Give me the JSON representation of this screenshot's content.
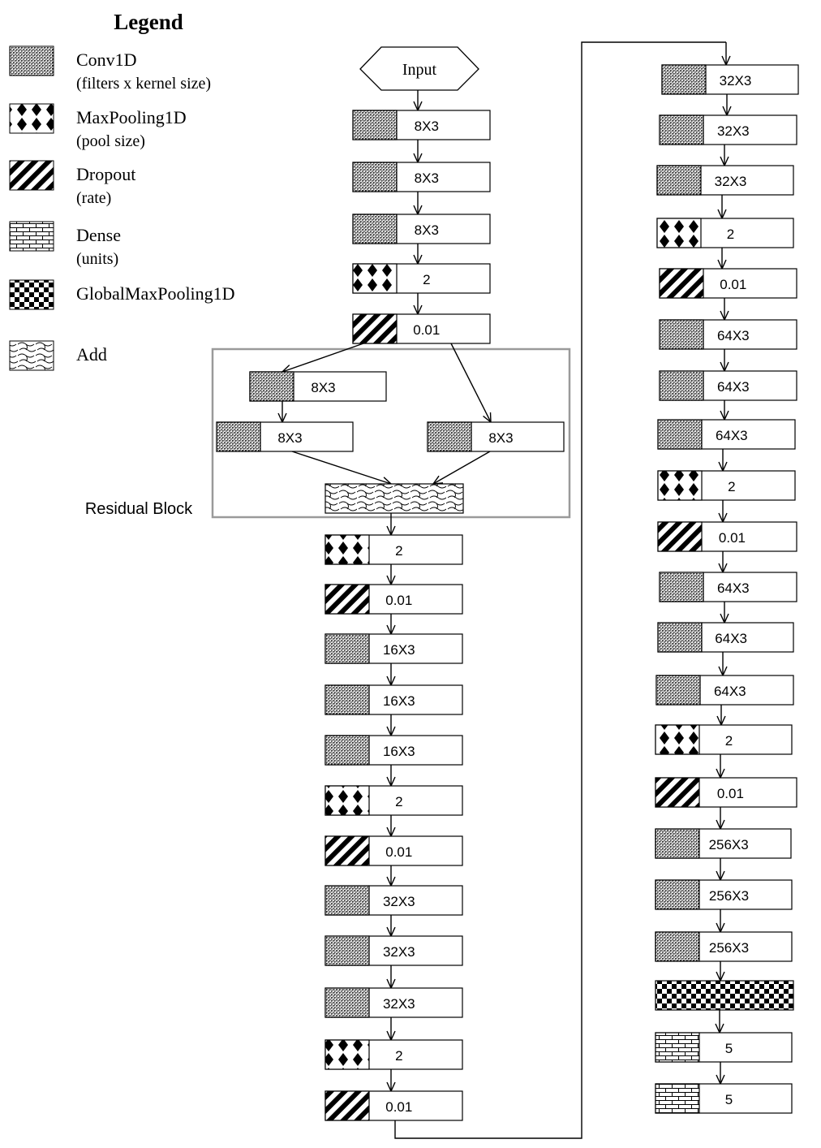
{
  "legend": {
    "title": "Legend",
    "items": [
      {
        "name": "legend-conv1d",
        "pattern": "conv",
        "line1": "Conv1D",
        "line2": "(filters x kernel size)"
      },
      {
        "name": "legend-maxpool",
        "pattern": "pool",
        "line1": "MaxPooling1D",
        "line2": "(pool size)"
      },
      {
        "name": "legend-dropout",
        "pattern": "drop",
        "line1": "Dropout",
        "line2": "(rate)"
      },
      {
        "name": "legend-dense",
        "pattern": "dense",
        "line1": "Dense",
        "line2": "(units)"
      },
      {
        "name": "legend-globalmaxpool",
        "pattern": "gmp",
        "line1": "GlobalMaxPooling1D",
        "line2": ""
      },
      {
        "name": "legend-add",
        "pattern": "add",
        "line1": "Add",
        "line2": ""
      }
    ]
  },
  "input_label": "Input",
  "residual_block_label": "Residual Block",
  "col1_top": [
    {
      "type": "conv",
      "label": "8X3"
    },
    {
      "type": "conv",
      "label": "8X3"
    },
    {
      "type": "conv",
      "label": "8X3"
    },
    {
      "type": "pool",
      "label": "2"
    },
    {
      "type": "drop",
      "label": "0.01"
    }
  ],
  "residual": {
    "left_top": {
      "type": "conv",
      "label": "8X3"
    },
    "left_bottom": {
      "type": "conv",
      "label": "8X3"
    },
    "right": {
      "type": "conv",
      "label": "8X3"
    }
  },
  "col1_bottom": [
    {
      "type": "pool",
      "label": "2"
    },
    {
      "type": "drop",
      "label": "0.01"
    },
    {
      "type": "conv",
      "label": "16X3"
    },
    {
      "type": "conv",
      "label": "16X3"
    },
    {
      "type": "conv",
      "label": "16X3"
    },
    {
      "type": "pool",
      "label": "2"
    },
    {
      "type": "drop",
      "label": "0.01"
    },
    {
      "type": "conv",
      "label": "32X3"
    },
    {
      "type": "conv",
      "label": "32X3"
    },
    {
      "type": "conv",
      "label": "32X3"
    },
    {
      "type": "pool",
      "label": "2"
    },
    {
      "type": "drop",
      "label": "0.01"
    }
  ],
  "col2": [
    {
      "type": "conv",
      "label": "32X3"
    },
    {
      "type": "conv",
      "label": "32X3"
    },
    {
      "type": "conv",
      "label": "32X3"
    },
    {
      "type": "pool",
      "label": "2"
    },
    {
      "type": "drop",
      "label": "0.01"
    },
    {
      "type": "conv",
      "label": "64X3"
    },
    {
      "type": "conv",
      "label": "64X3"
    },
    {
      "type": "conv",
      "label": "64X3"
    },
    {
      "type": "pool",
      "label": "2"
    },
    {
      "type": "drop",
      "label": "0.01"
    },
    {
      "type": "conv",
      "label": "64X3"
    },
    {
      "type": "conv",
      "label": "64X3"
    },
    {
      "type": "conv",
      "label": "64X3"
    },
    {
      "type": "pool",
      "label": "2"
    },
    {
      "type": "drop",
      "label": "0.01"
    },
    {
      "type": "conv",
      "label": "256X3"
    },
    {
      "type": "conv",
      "label": "256X3"
    },
    {
      "type": "conv",
      "label": "256X3"
    },
    {
      "type": "gmp",
      "label": ""
    },
    {
      "type": "dense",
      "label": "5"
    },
    {
      "type": "dense",
      "label": "5"
    }
  ]
}
